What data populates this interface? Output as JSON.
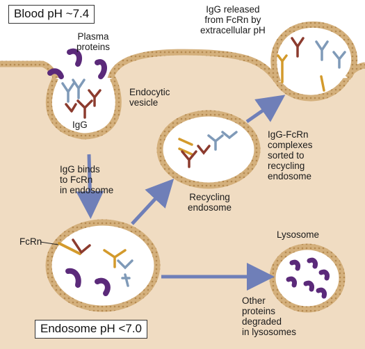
{
  "labels": {
    "blood_ph": "Blood pH ~7.4",
    "endosome_ph": "Endosome pH <7.0",
    "plasma_proteins": "Plasma\nproteins",
    "igg": "IgG",
    "endocytic_vesicle": "Endocytic\nvesicle",
    "igg_binds": "IgG binds\nto FcRn\nin endosome",
    "fcrn": "FcRn",
    "recycling_endosome": "Recycling\nendosome",
    "igg_released": "IgG released\nfrom FcRn by\nextracellular pH",
    "complexes_sorted": "IgG-FcRn\ncomplexes\nsorted to\nrecycling\nendosome",
    "lysosome": "Lysosome",
    "other_proteins": "Other\nproteins\ndegraded\nin lysosomes"
  },
  "colors": {
    "cytoplasm": "#f0dcc2",
    "membrane": "#d4b07c",
    "igg": "#8c3b2e",
    "fcrn": "#d39a2c",
    "plasma_protein": "#5b2a7a",
    "albumin_blue": "#7f9ab8",
    "arrow": "#6f7fb8"
  }
}
